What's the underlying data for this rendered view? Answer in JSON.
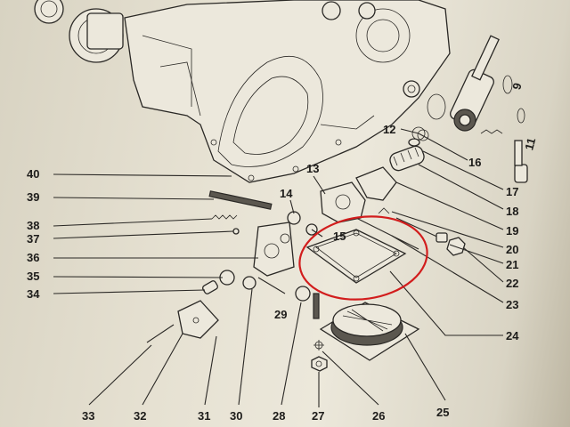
{
  "callouts": [
    {
      "id": "c40",
      "label": "40"
    },
    {
      "id": "c39",
      "label": "39"
    },
    {
      "id": "c38",
      "label": "38"
    },
    {
      "id": "c37",
      "label": "37"
    },
    {
      "id": "c36",
      "label": "36"
    },
    {
      "id": "c35",
      "label": "35"
    },
    {
      "id": "c34",
      "label": "34"
    },
    {
      "id": "c14",
      "label": "14"
    },
    {
      "id": "c13",
      "label": "13"
    },
    {
      "id": "c15",
      "label": "15"
    },
    {
      "id": "c12",
      "label": "12"
    },
    {
      "id": "c16",
      "label": "16"
    },
    {
      "id": "c17",
      "label": "17"
    },
    {
      "id": "c18",
      "label": "18"
    },
    {
      "id": "c19",
      "label": "19"
    },
    {
      "id": "c20",
      "label": "20"
    },
    {
      "id": "c21",
      "label": "21"
    },
    {
      "id": "c22",
      "label": "22"
    },
    {
      "id": "c23",
      "label": "23"
    },
    {
      "id": "c24",
      "label": "24"
    },
    {
      "id": "c25",
      "label": "25"
    },
    {
      "id": "c26",
      "label": "26"
    },
    {
      "id": "c27",
      "label": "27"
    },
    {
      "id": "c28",
      "label": "28"
    },
    {
      "id": "c29",
      "label": "29"
    },
    {
      "id": "c30",
      "label": "30"
    },
    {
      "id": "c31",
      "label": "31"
    },
    {
      "id": "c32",
      "label": "32"
    },
    {
      "id": "c33",
      "label": "33"
    },
    {
      "id": "c11",
      "label": "11"
    },
    {
      "id": "c9",
      "label": "9"
    }
  ],
  "highlight": {
    "color": "#d21d1d"
  },
  "colors": {
    "paper": "#ece8db",
    "ink": "#2a2825"
  }
}
